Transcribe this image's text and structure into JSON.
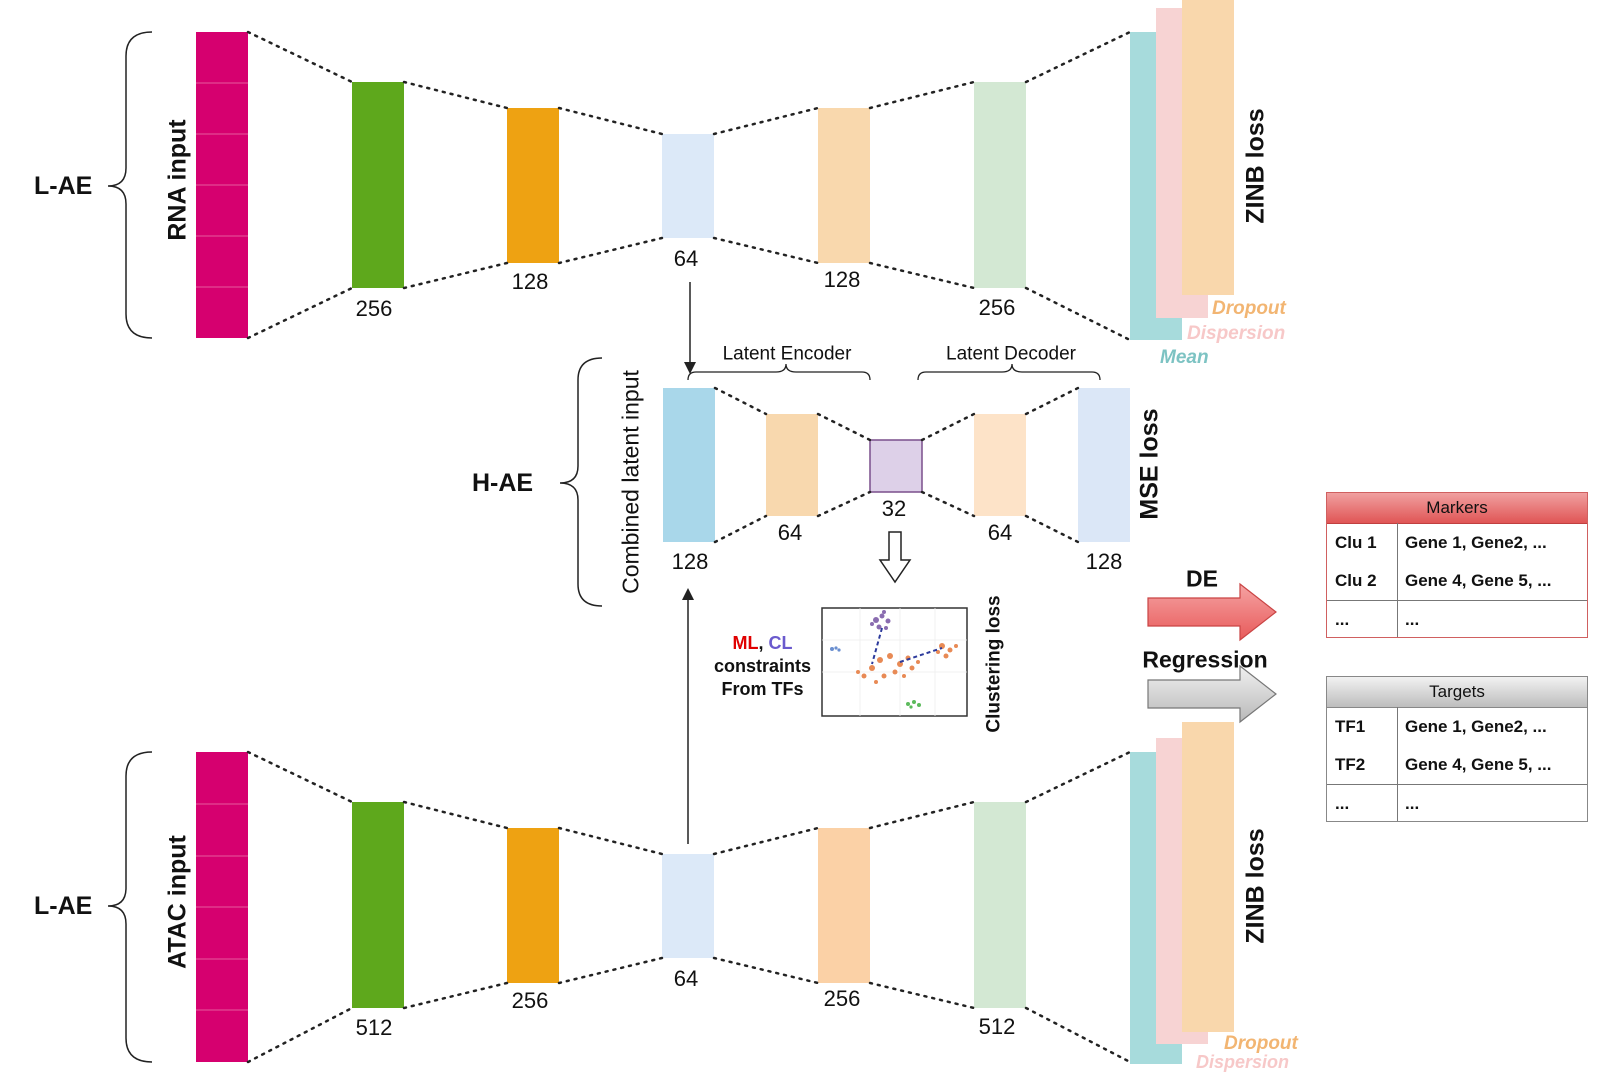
{
  "top": {
    "group_label": "L-AE",
    "input_label": "RNA input",
    "loss_label": "ZINB loss",
    "layer_sizes": [
      "256",
      "128",
      "64",
      "128",
      "256"
    ],
    "output_labels": {
      "dropout": "Dropout",
      "dispersion": "Dispersion",
      "mean": "Mean"
    }
  },
  "middle": {
    "group_label": "H-AE",
    "input_label": "Combined latent input",
    "loss_label": "MSE loss",
    "encoder_label": "Latent Encoder",
    "decoder_label": "Latent Decoder",
    "layer_sizes": [
      "128",
      "64",
      "32",
      "64",
      "128"
    ],
    "clustering_label": "Clustering loss",
    "constraints": {
      "ml": "ML",
      "sep": ",",
      "cl": "CL",
      "line2": "constraints",
      "line3": "From TFs"
    }
  },
  "bottom": {
    "group_label": "L-AE",
    "input_label": "ATAC input",
    "loss_label": "ZINB loss",
    "layer_sizes": [
      "512",
      "256",
      "64",
      "256",
      "512"
    ],
    "output_labels": {
      "dropout": "Dropout",
      "dispersion": "Dispersion"
    }
  },
  "arrows": {
    "de": "DE",
    "regression": "Regression"
  },
  "markers_table": {
    "title": "Markers",
    "rows": [
      {
        "key": "Clu 1",
        "value": "Gene 1, Gene2, ..."
      },
      {
        "key": "Clu 2",
        "value": "Gene 4, Gene 5, ..."
      },
      {
        "key": "...",
        "value": "..."
      }
    ]
  },
  "targets_table": {
    "title": "Targets",
    "rows": [
      {
        "key": "TF1",
        "value": "Gene 1, Gene2, ..."
      },
      {
        "key": "TF2",
        "value": "Gene 4, Gene 5, ..."
      },
      {
        "key": "...",
        "value": "..."
      }
    ]
  },
  "colors": {
    "input": "#d6006f",
    "enc1": "#5ea81c",
    "enc2": "#eea212",
    "latent": "#dce9f8",
    "dec1": "#f9d8ad",
    "dec2": "#d3e8d3",
    "mean": "#a7dbdc",
    "dispersion": "#f7d3d3",
    "dropout": "#f9d7ac",
    "combined": "#a9d7ea",
    "h_enc": "#f8d8ae",
    "h_latent": "#ddd0e8",
    "h_dec": "#fde3c8",
    "h_out": "#dbe7f7",
    "markers_header": "#e06060",
    "targets_header": "#c8c8c8"
  }
}
